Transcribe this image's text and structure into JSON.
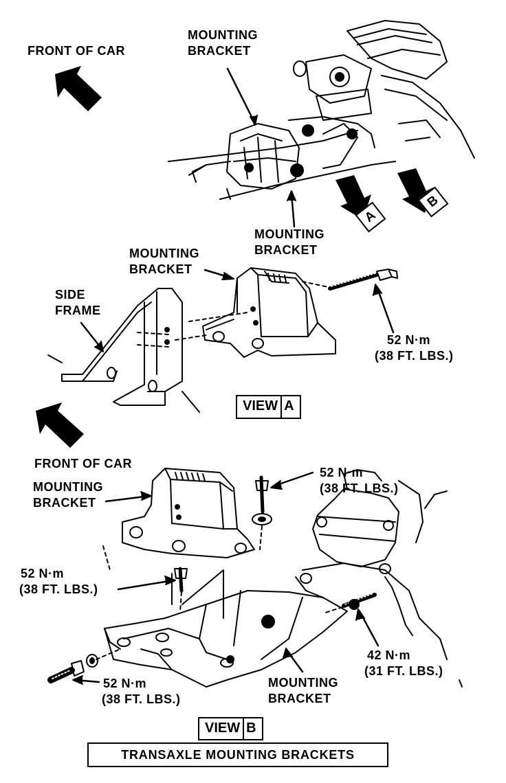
{
  "labels": {
    "front_of_car_top": "FRONT OF CAR",
    "mounting_bracket_top": [
      "MOUNTING",
      "BRACKET"
    ],
    "mounting_bracket_mid": [
      "MOUNTING",
      "BRACKET"
    ],
    "mounting_bracket_view_a": [
      "MOUNTING",
      "BRACKET"
    ],
    "side_frame": [
      "SIDE",
      "FRAME"
    ],
    "torque_view_a": [
      "52 N·m",
      "(38 FT. LBS.)"
    ],
    "view_a": {
      "word": "VIEW",
      "letter": "A"
    },
    "front_of_car_bottom": "FRONT OF CAR",
    "mounting_bracket_view_b": [
      "MOUNTING",
      "BRACKET"
    ],
    "torque_view_b_top": [
      "52 N·m",
      "(38 FT. LBS.)"
    ],
    "torque_view_b_left": [
      "52 N·m",
      "(38 FT. LBS.)"
    ],
    "torque_view_b_right": [
      "42 N·m",
      "(31 FT. LBS.)"
    ],
    "torque_view_b_bottom": [
      "52 N·m",
      "(38 FT. LBS.)"
    ],
    "mounting_bracket_bottom": [
      "MOUNTING",
      "BRACKET"
    ],
    "view_b": {
      "word": "VIEW",
      "letter": "B"
    },
    "callout_a": "A",
    "callout_b": "B"
  },
  "caption": "TRANSAXLE MOUNTING BRACKETS"
}
